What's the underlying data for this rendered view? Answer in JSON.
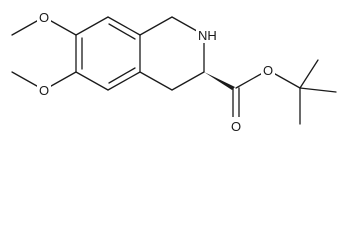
{
  "structure": {
    "atom_labels": {
      "o_upper_methoxy": "O",
      "o_lower_methoxy": "O",
      "nh": "NH",
      "o_carbonyl": "O",
      "o_ester": "O"
    },
    "stereo": {
      "c3_bond_to_carboxyl": "wedge"
    }
  }
}
